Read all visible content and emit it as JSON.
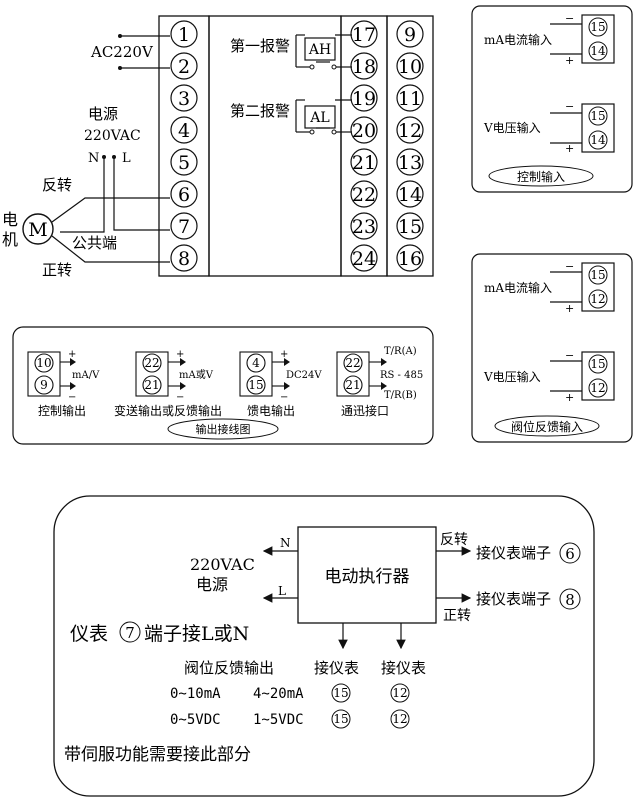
{
  "terminal_strip": {
    "left_column": [
      "1",
      "2",
      "3",
      "4",
      "5",
      "6",
      "7",
      "8"
    ],
    "middle_column": [
      "17",
      "18",
      "19",
      "20",
      "21",
      "22",
      "23",
      "24"
    ],
    "right_column": [
      "9",
      "10",
      "11",
      "12",
      "13",
      "14",
      "15",
      "16"
    ]
  },
  "supply": {
    "label": "AC220V"
  },
  "alarms": {
    "first": {
      "label": "第一报警",
      "code": "AH"
    },
    "second": {
      "label": "第二报警",
      "code": "AL"
    }
  },
  "motor": {
    "power_title": "电源",
    "power_voltage": "220VAC",
    "power_n": "N",
    "power_l": "L",
    "reverse": "反转",
    "common": "公共端",
    "forward": "正转",
    "symbol": "M",
    "label_top": "电",
    "label_bottom": "机"
  },
  "control_input": {
    "ma_label": "mA电流输入",
    "v_label": "V电压输入",
    "title": "控制输入",
    "terminals_top": "15",
    "terminals_bottom": "14",
    "minus": "−",
    "plus": "+"
  },
  "valve_feedback_input": {
    "ma_label": "mA电流输入",
    "v_label": "V电压输入",
    "title": "阀位反馈输入",
    "terminals_top": "15",
    "terminals_bottom": "12",
    "minus": "−",
    "plus": "+"
  },
  "output_panel": {
    "title": "输出接线图",
    "control": {
      "top": "10",
      "bottom": "9",
      "signal": "mA/V",
      "caption": "控制输出",
      "plus": "+",
      "minus": "−"
    },
    "transmit": {
      "top": "22",
      "bottom": "21",
      "signal": "mA或V",
      "caption": "变送输出或反馈输出",
      "plus": "+",
      "minus": "−"
    },
    "feed": {
      "top": "4",
      "bottom": "15",
      "signal": "DC24V",
      "caption": "馈电输出",
      "plus": "+",
      "minus": "−"
    },
    "comm": {
      "top": "22",
      "bottom": "21",
      "line1": "T/R(A)",
      "line2": "RS - 485",
      "line3": "T/R(B)",
      "caption": "通迅接口"
    }
  },
  "servo": {
    "actuator": "电动执行器",
    "supply_voltage": "220VAC",
    "supply_label": "电源",
    "n": "N",
    "l": "L",
    "reverse": "反转",
    "forward": "正转",
    "reverse_target": "接仪表端子",
    "reverse_terminal": "6",
    "forward_target": "接仪表端子",
    "forward_terminal": "8",
    "note_prefix": "仪表",
    "note_terminal": "7",
    "note_suffix": "端子接L或N",
    "feedback_header": "阀位反馈输出",
    "col1_header": "接仪表",
    "col2_header": "接仪表",
    "row1_range1": "0~10mA",
    "row1_range2": "4~20mA",
    "row1_t1": "15",
    "row1_t2": "12",
    "row2_range1": "0~5VDC",
    "row2_range2": "1~5VDC",
    "row2_t1": "15",
    "row2_t2": "12",
    "footer": "带伺服功能需要接此部分"
  }
}
